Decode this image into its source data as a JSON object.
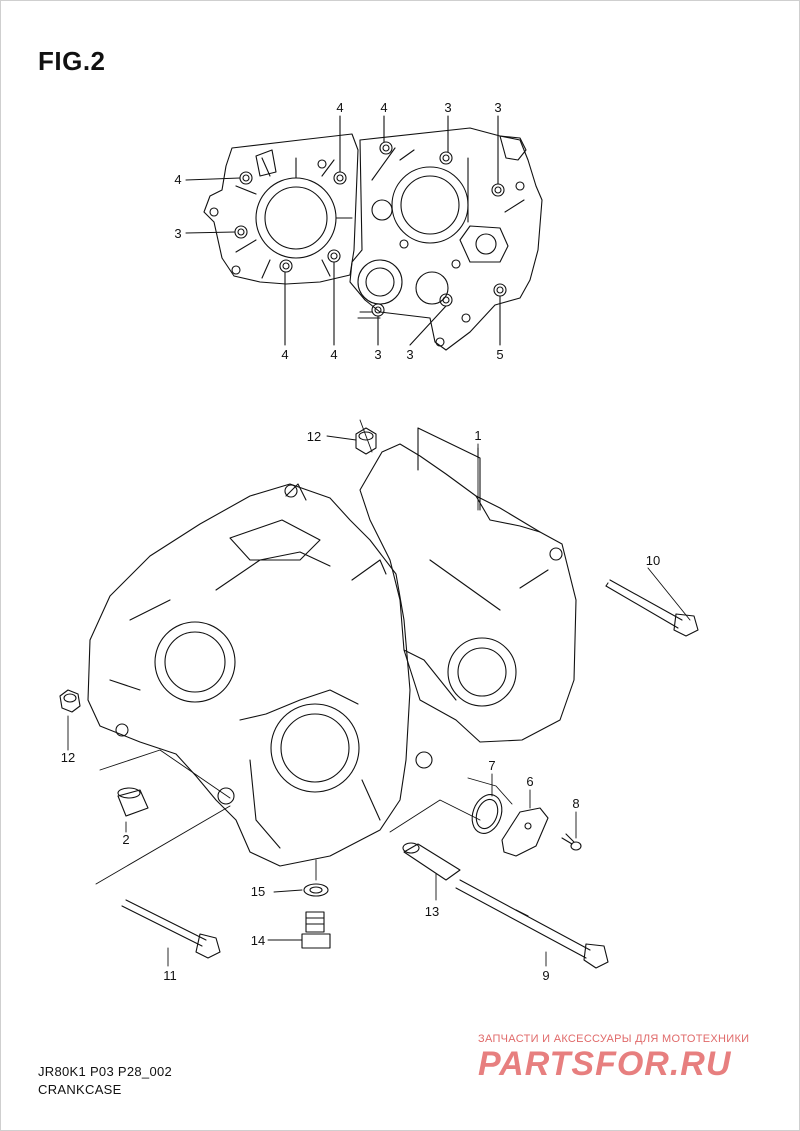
{
  "figure": {
    "title": "FIG.2"
  },
  "callouts": {
    "top": [
      "4",
      "4",
      "3",
      "3",
      "4",
      "3",
      "4",
      "4",
      "3",
      "3",
      "5"
    ],
    "bottom": [
      "1",
      "12",
      "10",
      "12",
      "2",
      "7",
      "6",
      "8",
      "15",
      "13",
      "14",
      "11",
      "9"
    ]
  },
  "footer": {
    "code": "JR80K1 P03 P28_002",
    "name": "CRANKCASE"
  },
  "watermark": {
    "tagline": "ЗАПЧАСТИ И АКСЕССУАРЫ ДЛЯ МОТОТЕХНИКИ",
    "logo": "PARTSFOR.RU"
  }
}
